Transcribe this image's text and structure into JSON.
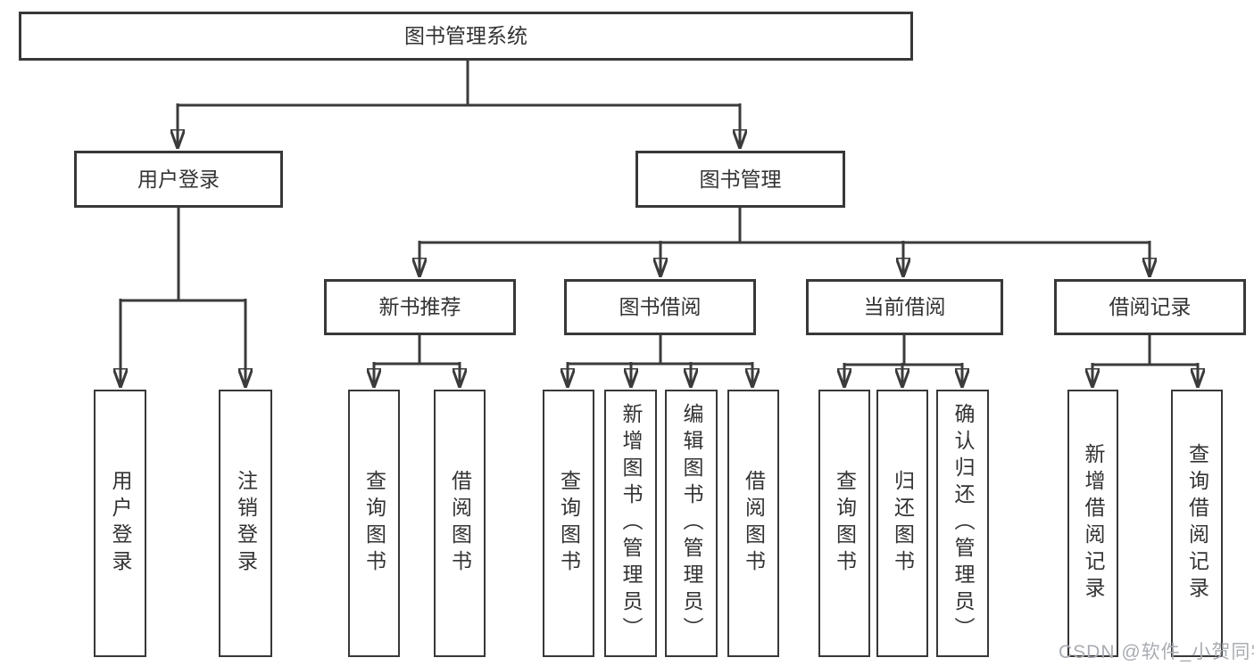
{
  "diagram": {
    "root": "图书管理系统",
    "level2": [
      {
        "label": "用户登录"
      },
      {
        "label": "图书管理"
      }
    ],
    "level3": [
      {
        "label": "新书推荐",
        "parent": "图书管理"
      },
      {
        "label": "图书借阅",
        "parent": "图书管理"
      },
      {
        "label": "当前借阅",
        "parent": "图书管理"
      },
      {
        "label": "借阅记录",
        "parent": "图书管理"
      }
    ],
    "leaves": [
      {
        "label": "用户登录",
        "parent": "用户登录"
      },
      {
        "label": "注销登录",
        "parent": "用户登录"
      },
      {
        "label": "查询图书",
        "parent": "新书推荐"
      },
      {
        "label": "借阅图书",
        "parent": "新书推荐"
      },
      {
        "label": "查询图书",
        "parent": "图书借阅"
      },
      {
        "label": "新增图书（管理员）",
        "parent": "图书借阅"
      },
      {
        "label": "编辑图书（管理员）",
        "parent": "图书借阅"
      },
      {
        "label": "借阅图书",
        "parent": "图书借阅"
      },
      {
        "label": "查询图书",
        "parent": "当前借阅"
      },
      {
        "label": "归还图书",
        "parent": "当前借阅"
      },
      {
        "label": "确认归还（管理员）",
        "parent": "当前借阅"
      },
      {
        "label": "新增借阅记录",
        "parent": "借阅记录"
      },
      {
        "label": "查询借阅记录",
        "parent": "借阅记录"
      }
    ],
    "colors": {
      "line": "#3b3b3b",
      "border": "#383838",
      "text": "#333333",
      "background": "#ffffff",
      "watermark": "#a9acb2"
    }
  },
  "watermark": {
    "text": "CSDN @软件_小贺同学"
  }
}
